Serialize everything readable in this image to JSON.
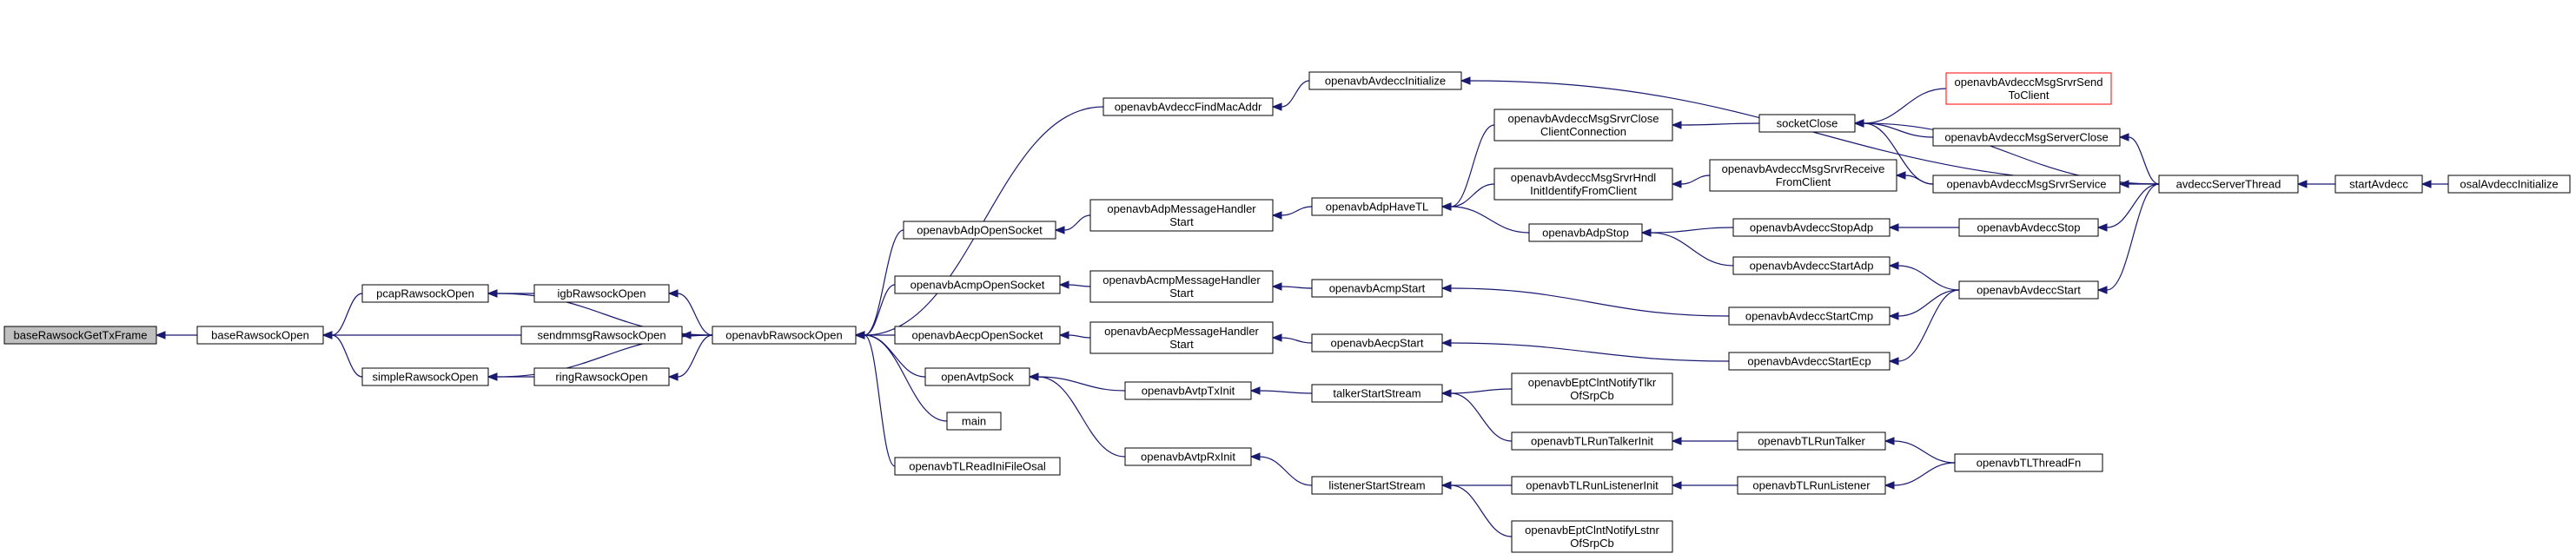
{
  "nodes": {
    "baseRawsockGetTxFrame": {
      "label": [
        "baseRawsockGetTxFrame"
      ],
      "focus": true
    },
    "baseRawsockOpen": {
      "label": [
        "baseRawsockOpen"
      ]
    },
    "pcapRawsockOpen": {
      "label": [
        "pcapRawsockOpen"
      ]
    },
    "sendmmsgRawsockOpen": {
      "label": [
        "sendmmsgRawsockOpen"
      ]
    },
    "simpleRawsockOpen": {
      "label": [
        "simpleRawsockOpen"
      ]
    },
    "igbRawsockOpen": {
      "label": [
        "igbRawsockOpen"
      ]
    },
    "ringRawsockOpen": {
      "label": [
        "ringRawsockOpen"
      ]
    },
    "openavbRawsockOpen": {
      "label": [
        "openavbRawsockOpen"
      ]
    },
    "openavbAvdeccFindMacAddr": {
      "label": [
        "openavbAvdeccFindMacAddr"
      ]
    },
    "openavbAdpOpenSocket": {
      "label": [
        "openavbAdpOpenSocket"
      ]
    },
    "openavbAcmpOpenSocket": {
      "label": [
        "openavbAcmpOpenSocket"
      ]
    },
    "openavbAecpOpenSocket": {
      "label": [
        "openavbAecpOpenSocket"
      ]
    },
    "openAvtpSock": {
      "label": [
        "openAvtpSock"
      ]
    },
    "main": {
      "label": [
        "main"
      ]
    },
    "openavbTLReadIniFileOsal": {
      "label": [
        "openavbTLReadIniFileOsal"
      ]
    },
    "openavbAvdeccInitialize": {
      "label": [
        "openavbAvdeccInitialize"
      ]
    },
    "openavbAdpMessageHandlerStart": {
      "label": [
        "openavbAdpMessageHandler",
        "Start"
      ]
    },
    "openavbAcmpMessageHandlerStart": {
      "label": [
        "openavbAcmpMessageHandler",
        "Start"
      ]
    },
    "openavbAecpMessageHandlerStart": {
      "label": [
        "openavbAecpMessageHandler",
        "Start"
      ]
    },
    "openavbAvtpTxInit": {
      "label": [
        "openavbAvtpTxInit"
      ]
    },
    "openavbAvtpRxInit": {
      "label": [
        "openavbAvtpRxInit"
      ]
    },
    "openavbAdpHaveTL": {
      "label": [
        "openavbAdpHaveTL"
      ]
    },
    "openavbAcmpStart": {
      "label": [
        "openavbAcmpStart"
      ]
    },
    "openavbAecpStart": {
      "label": [
        "openavbAecpStart"
      ]
    },
    "talkerStartStream": {
      "label": [
        "talkerStartStream"
      ]
    },
    "listenerStartStream": {
      "label": [
        "listenerStartStream"
      ]
    },
    "openavbAvdeccMsgSrvrCloseClientConnection": {
      "label": [
        "openavbAvdeccMsgSrvrClose",
        "ClientConnection"
      ]
    },
    "openavbAvdeccMsgSrvrHndlInitIdentifyFromClient": {
      "label": [
        "openavbAvdeccMsgSrvrHndl",
        "InitIdentifyFromClient"
      ]
    },
    "openavbAdpStop": {
      "label": [
        "openavbAdpStop"
      ]
    },
    "openavbEptClntNotifyTlkrOfSrpCb": {
      "label": [
        "openavbEptClntNotifyTlkr",
        "OfSrpCb"
      ]
    },
    "openavbTLRunTalkerInit": {
      "label": [
        "openavbTLRunTalkerInit"
      ]
    },
    "openavbTLRunListenerInit": {
      "label": [
        "openavbTLRunListenerInit"
      ]
    },
    "openavbEptClntNotifyLstnrOfSrpCb": {
      "label": [
        "openavbEptClntNotifyLstnr",
        "OfSrpCb"
      ]
    },
    "socketClose": {
      "label": [
        "socketClose"
      ]
    },
    "openavbAvdeccMsgSrvrReceiveFromClient": {
      "label": [
        "openavbAvdeccMsgSrvrReceive",
        "FromClient"
      ]
    },
    "openavbAvdeccStopAdp": {
      "label": [
        "openavbAvdeccStopAdp"
      ]
    },
    "openavbAvdeccStartAdp": {
      "label": [
        "openavbAvdeccStartAdp"
      ]
    },
    "openavbAvdeccStartCmp": {
      "label": [
        "openavbAvdeccStartCmp"
      ]
    },
    "openavbAvdeccStartEcp": {
      "label": [
        "openavbAvdeccStartEcp"
      ]
    },
    "openavbTLRunTalker": {
      "label": [
        "openavbTLRunTalker"
      ]
    },
    "openavbTLRunListener": {
      "label": [
        "openavbTLRunListener"
      ]
    },
    "openavbAvdeccMsgSrvrSendToClient": {
      "label": [
        "openavbAvdeccMsgSrvrSend",
        "ToClient"
      ],
      "red": true
    },
    "openavbAvdeccMsgServerClose": {
      "label": [
        "openavbAvdeccMsgServerClose"
      ]
    },
    "openavbAvdeccMsgSrvrService": {
      "label": [
        "openavbAvdeccMsgSrvrService"
      ]
    },
    "openavbAvdeccStop": {
      "label": [
        "openavbAvdeccStop"
      ]
    },
    "openavbAvdeccStart": {
      "label": [
        "openavbAvdeccStart"
      ]
    },
    "openavbTLThreadFn": {
      "label": [
        "openavbTLThreadFn"
      ]
    },
    "avdeccServerThread": {
      "label": [
        "avdeccServerThread"
      ]
    },
    "startAvdecc": {
      "label": [
        "startAvdecc"
      ]
    },
    "osalAvdeccInitialize": {
      "label": [
        "osalAvdeccInitialize"
      ]
    }
  },
  "edges": [
    [
      "baseRawsockOpen",
      "baseRawsockGetTxFrame"
    ],
    [
      "pcapRawsockOpen",
      "baseRawsockOpen"
    ],
    [
      "sendmmsgRawsockOpen",
      "baseRawsockOpen"
    ],
    [
      "simpleRawsockOpen",
      "baseRawsockOpen"
    ],
    [
      "igbRawsockOpen",
      "pcapRawsockOpen"
    ],
    [
      "ringRawsockOpen",
      "simpleRawsockOpen"
    ],
    [
      "openavbRawsockOpen",
      "pcapRawsockOpen"
    ],
    [
      "openavbRawsockOpen",
      "igbRawsockOpen"
    ],
    [
      "openavbRawsockOpen",
      "sendmmsgRawsockOpen"
    ],
    [
      "openavbRawsockOpen",
      "ringRawsockOpen"
    ],
    [
      "openavbRawsockOpen",
      "simpleRawsockOpen"
    ],
    [
      "openavbAvdeccFindMacAddr",
      "openavbRawsockOpen"
    ],
    [
      "openavbAdpOpenSocket",
      "openavbRawsockOpen"
    ],
    [
      "openavbAcmpOpenSocket",
      "openavbRawsockOpen"
    ],
    [
      "openavbAecpOpenSocket",
      "openavbRawsockOpen"
    ],
    [
      "openAvtpSock",
      "openavbRawsockOpen"
    ],
    [
      "main",
      "openavbRawsockOpen"
    ],
    [
      "openavbTLReadIniFileOsal",
      "openavbRawsockOpen"
    ],
    [
      "openavbAvdeccInitialize",
      "openavbAvdeccFindMacAddr"
    ],
    [
      "openavbAdpMessageHandlerStart",
      "openavbAdpOpenSocket"
    ],
    [
      "openavbAcmpMessageHandlerStart",
      "openavbAcmpOpenSocket"
    ],
    [
      "openavbAecpMessageHandlerStart",
      "openavbAecpOpenSocket"
    ],
    [
      "openavbAvtpTxInit",
      "openAvtpSock"
    ],
    [
      "openavbAvtpRxInit",
      "openAvtpSock"
    ],
    [
      "openavbAdpHaveTL",
      "openavbAdpMessageHandlerStart"
    ],
    [
      "openavbAcmpStart",
      "openavbAcmpMessageHandlerStart"
    ],
    [
      "openavbAecpStart",
      "openavbAecpMessageHandlerStart"
    ],
    [
      "talkerStartStream",
      "openavbAvtpTxInit"
    ],
    [
      "listenerStartStream",
      "openavbAvtpRxInit"
    ],
    [
      "openavbAvdeccMsgSrvrCloseClientConnection",
      "openavbAdpHaveTL"
    ],
    [
      "openavbAvdeccMsgSrvrHndlInitIdentifyFromClient",
      "openavbAdpHaveTL"
    ],
    [
      "openavbAdpStop",
      "openavbAdpHaveTL"
    ],
    [
      "openavbAvdeccStartCmp",
      "openavbAcmpStart"
    ],
    [
      "openavbAvdeccStartEcp",
      "openavbAecpStart"
    ],
    [
      "openavbEptClntNotifyTlkrOfSrpCb",
      "talkerStartStream"
    ],
    [
      "openavbTLRunTalkerInit",
      "talkerStartStream"
    ],
    [
      "openavbTLRunListenerInit",
      "listenerStartStream"
    ],
    [
      "openavbEptClntNotifyLstnrOfSrpCb",
      "listenerStartStream"
    ],
    [
      "socketClose",
      "openavbAvdeccMsgSrvrCloseClientConnection"
    ],
    [
      "openavbAvdeccMsgSrvrReceiveFromClient",
      "openavbAvdeccMsgSrvrHndlInitIdentifyFromClient"
    ],
    [
      "openavbAvdeccStopAdp",
      "openavbAdpStop"
    ],
    [
      "openavbAvdeccStartAdp",
      "openavbAdpStop"
    ],
    [
      "openavbTLRunTalker",
      "openavbTLRunTalkerInit"
    ],
    [
      "openavbTLRunListener",
      "openavbTLRunListenerInit"
    ],
    [
      "openavbAvdeccMsgSrvrSendToClient",
      "socketClose"
    ],
    [
      "openavbAvdeccMsgServerClose",
      "socketClose"
    ],
    [
      "openavbAvdeccMsgSrvrService",
      "socketClose"
    ],
    [
      "openavbAvdeccMsgSrvrService",
      "openavbAvdeccMsgSrvrReceiveFromClient"
    ],
    [
      "openavbAvdeccStop",
      "openavbAvdeccStopAdp"
    ],
    [
      "openavbAvdeccStart",
      "openavbAvdeccStartAdp"
    ],
    [
      "openavbAvdeccStart",
      "openavbAvdeccStartCmp"
    ],
    [
      "openavbAvdeccStart",
      "openavbAvdeccStartEcp"
    ],
    [
      "openavbTLThreadFn",
      "openavbTLRunTalker"
    ],
    [
      "openavbTLThreadFn",
      "openavbTLRunListener"
    ],
    [
      "avdeccServerThread",
      "openavbAvdeccInitialize"
    ],
    [
      "avdeccServerThread",
      "socketClose"
    ],
    [
      "avdeccServerThread",
      "openavbAvdeccMsgServerClose"
    ],
    [
      "avdeccServerThread",
      "openavbAvdeccMsgSrvrService"
    ],
    [
      "avdeccServerThread",
      "openavbAvdeccStop"
    ],
    [
      "avdeccServerThread",
      "openavbAvdeccStart"
    ],
    [
      "startAvdecc",
      "avdeccServerThread"
    ],
    [
      "osalAvdeccInitialize",
      "startAvdecc"
    ]
  ]
}
